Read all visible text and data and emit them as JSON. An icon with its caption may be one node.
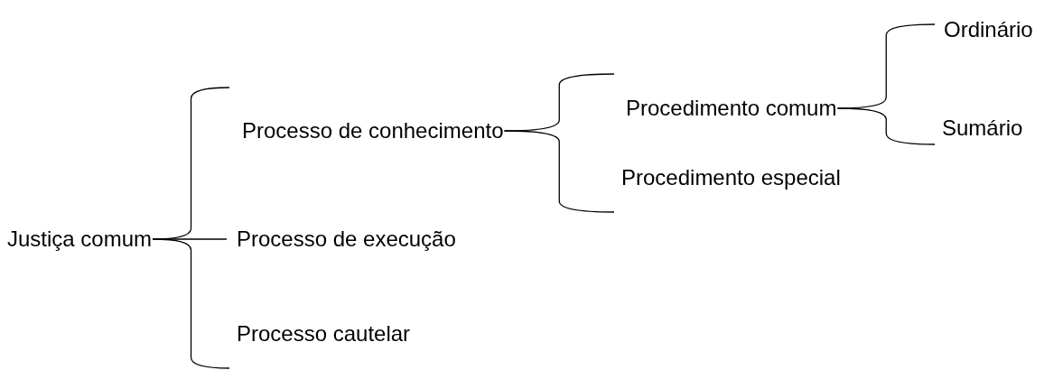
{
  "diagram": {
    "nodes": [
      {
        "text": [
          "Justiça comum"
        ]
      },
      {
        "text": [
          "Processo de conhecimento"
        ]
      },
      {
        "text": [
          "Processo de execução"
        ]
      },
      {
        "text": [
          "Processo cautelar"
        ]
      },
      {
        "text": [
          "Procedimento comum"
        ]
      },
      {
        "text": [
          "Procedimento especial"
        ]
      },
      {
        "text": [
          "Ordinário"
        ]
      },
      {
        "text": [
          "Sumário"
        ]
      }
    ],
    "edges": [
      {
        "from": 0,
        "to": 1,
        "arrow": "none"
      },
      {
        "from": 0,
        "to": 2,
        "arrow": "none"
      },
      {
        "from": 0,
        "to": 3,
        "arrow": "none"
      },
      {
        "from": 1,
        "to": 4,
        "arrow": "none"
      },
      {
        "from": 1,
        "to": 5,
        "arrow": "none"
      },
      {
        "from": 4,
        "to": 6,
        "arrow": "none"
      },
      {
        "from": 4,
        "to": 7,
        "arrow": "none"
      }
    ]
  }
}
